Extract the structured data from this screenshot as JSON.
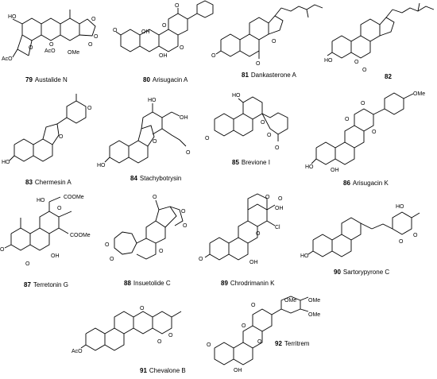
{
  "compounds": [
    {
      "num": "79",
      "name": "Austalide N",
      "labels": [
        "HO",
        "O",
        "O",
        "O",
        "AcO",
        "AcO",
        "OMe",
        "O",
        "O"
      ]
    },
    {
      "num": "80",
      "name": "Arisugacin A",
      "labels": [
        "O",
        "O",
        "O",
        "OH",
        "OH",
        "O"
      ]
    },
    {
      "num": "81",
      "name": "Dankasterone A",
      "labels": [
        "O",
        "O",
        "O"
      ]
    },
    {
      "num": "82",
      "name": "",
      "labels": [
        "HO",
        "O",
        "O"
      ]
    },
    {
      "num": "83",
      "name": "Chermesin A",
      "labels": [
        "O",
        "O",
        "HO"
      ]
    },
    {
      "num": "84",
      "name": "Stachybotrysin",
      "labels": [
        "HO",
        "OH",
        "O",
        "HO",
        "O"
      ]
    },
    {
      "num": "85",
      "name": "Brevione I",
      "labels": [
        "HO",
        "O",
        "O",
        "O",
        "O"
      ]
    },
    {
      "num": "86",
      "name": "Arisugacin K",
      "labels": [
        "OMe",
        "O",
        "O",
        "O",
        "HO",
        "OH"
      ]
    },
    {
      "num": "87",
      "name": "Terretonin G",
      "labels": [
        "HO",
        "COOMe",
        "O",
        "COOMe",
        "O",
        "OH",
        "O"
      ]
    },
    {
      "num": "88",
      "name": "Insuetolide C",
      "labels": [
        "O",
        "O",
        "O",
        "O",
        "O",
        "O"
      ]
    },
    {
      "num": "89",
      "name": "Chrodrimanin K",
      "labels": [
        "O",
        "O",
        "OH",
        "Cl",
        "O",
        "O",
        "OH"
      ]
    },
    {
      "num": "90",
      "name": "Sartorypyrone C",
      "labels": [
        "HO",
        "O",
        "O",
        "HO"
      ]
    },
    {
      "num": "91",
      "name": "Chevalone B",
      "labels": [
        "O",
        "AcO",
        "O",
        "O"
      ]
    },
    {
      "num": "92",
      "name": "Territrem",
      "labels": [
        "OMe",
        "OMe",
        "OMe",
        "O",
        "O",
        "O",
        "O",
        "OH"
      ]
    }
  ]
}
